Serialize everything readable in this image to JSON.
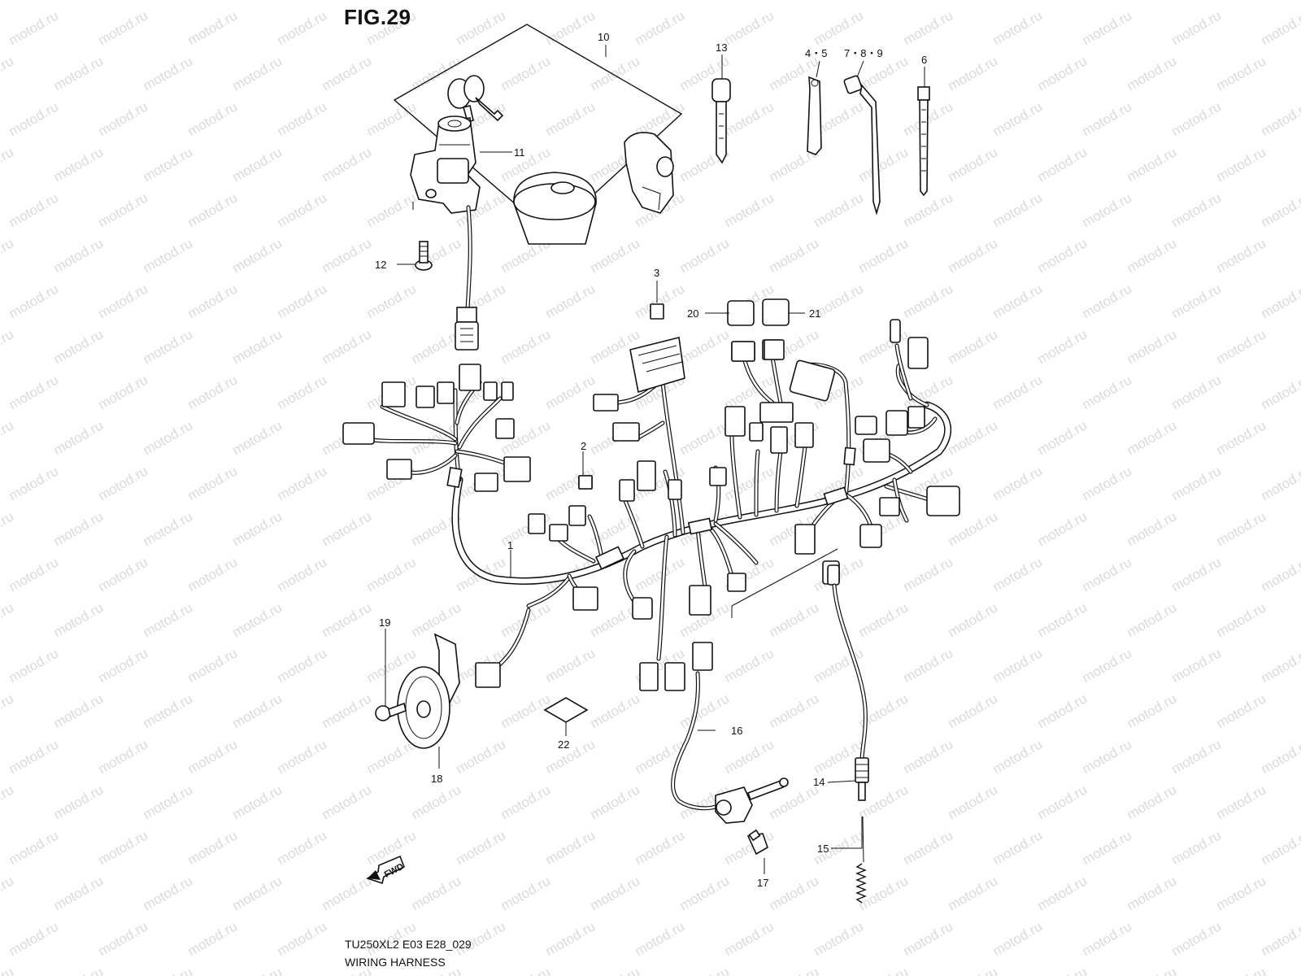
{
  "figure": {
    "title": "FIG.29",
    "model_code": "TU250XL2 E03 E28_029",
    "caption": "WIRING HARNESS",
    "watermark": "motod.ru",
    "direction_arrow": "FWD"
  },
  "callouts": [
    {
      "id": "c1",
      "label": "1"
    },
    {
      "id": "c2",
      "label": "2"
    },
    {
      "id": "c3",
      "label": "3"
    },
    {
      "id": "c45",
      "label": "4・5"
    },
    {
      "id": "c6",
      "label": "6"
    },
    {
      "id": "c789",
      "label": "7・8・9"
    },
    {
      "id": "c10",
      "label": "10"
    },
    {
      "id": "c11",
      "label": "11"
    },
    {
      "id": "c12",
      "label": "12"
    },
    {
      "id": "c13",
      "label": "13"
    },
    {
      "id": "c14",
      "label": "14"
    },
    {
      "id": "c15",
      "label": "15"
    },
    {
      "id": "c16",
      "label": "16"
    },
    {
      "id": "c17",
      "label": "17"
    },
    {
      "id": "c18",
      "label": "18"
    },
    {
      "id": "c19",
      "label": "19"
    },
    {
      "id": "c20",
      "label": "20"
    },
    {
      "id": "c21",
      "label": "21"
    },
    {
      "id": "c22",
      "label": "22"
    }
  ],
  "colors": {
    "line": "#111111",
    "background": "#ffffff",
    "watermark": "#dadada"
  }
}
